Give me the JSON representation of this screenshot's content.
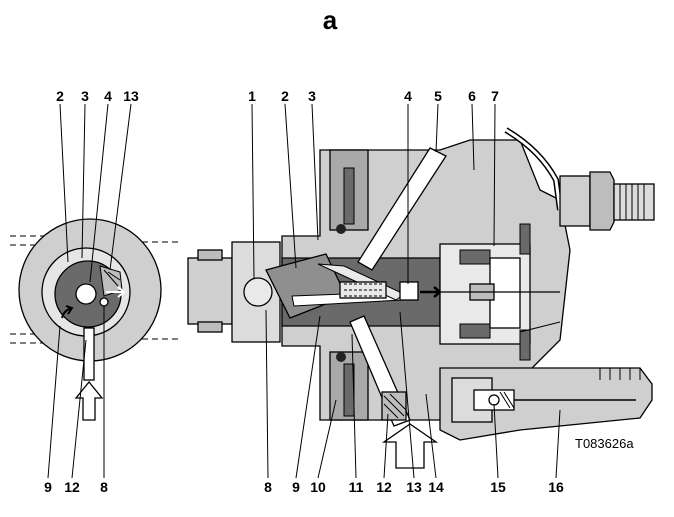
{
  "title": "a",
  "reference_code": "T083626a",
  "left_view": {
    "top_labels": [
      "2",
      "3",
      "4",
      "13"
    ],
    "bottom_labels": [
      "9",
      "12",
      "8"
    ]
  },
  "main_view": {
    "top_labels": [
      "1",
      "2",
      "3",
      "4",
      "5",
      "6",
      "7"
    ],
    "bottom_labels": [
      "8",
      "9",
      "10",
      "11",
      "12",
      "13",
      "14",
      "15",
      "16"
    ]
  },
  "colors": {
    "housing": "#cfcfcf",
    "housing_dark": "#a9a9a9",
    "section_dark": "#6a6a6a",
    "section_mid": "#8f8f8f",
    "light": "#e9e9e9",
    "line": "#000000"
  }
}
